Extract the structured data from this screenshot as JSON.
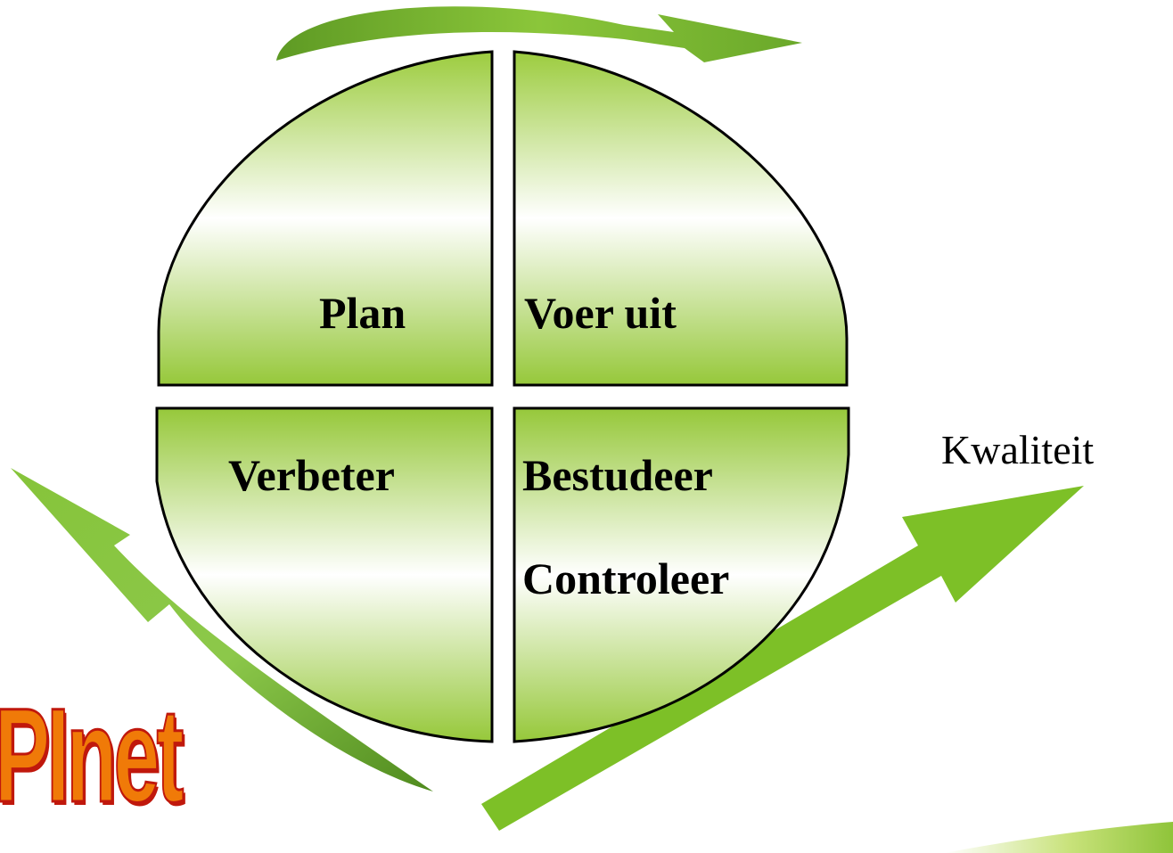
{
  "diagram": {
    "quadrants": [
      {
        "id": "plan",
        "label": "Plan"
      },
      {
        "id": "voer-uit",
        "label": "Voer uit"
      },
      {
        "id": "verbeter",
        "label": "Verbeter"
      },
      {
        "id": "bestudeer",
        "label": "Bestudeer"
      }
    ],
    "extra_label": "Controleer",
    "quality_arrow_label": "Kwaliteit",
    "logo_text": "PInet",
    "colors": {
      "quadrant_fill_dark": "#96c83a",
      "quadrant_fill_light": "#ffffff",
      "arrow_green": "#7cc02a",
      "arrow_green_dark": "#5c9a22",
      "logo_fill": "#f07a08",
      "logo_outline": "#c0180c"
    }
  }
}
